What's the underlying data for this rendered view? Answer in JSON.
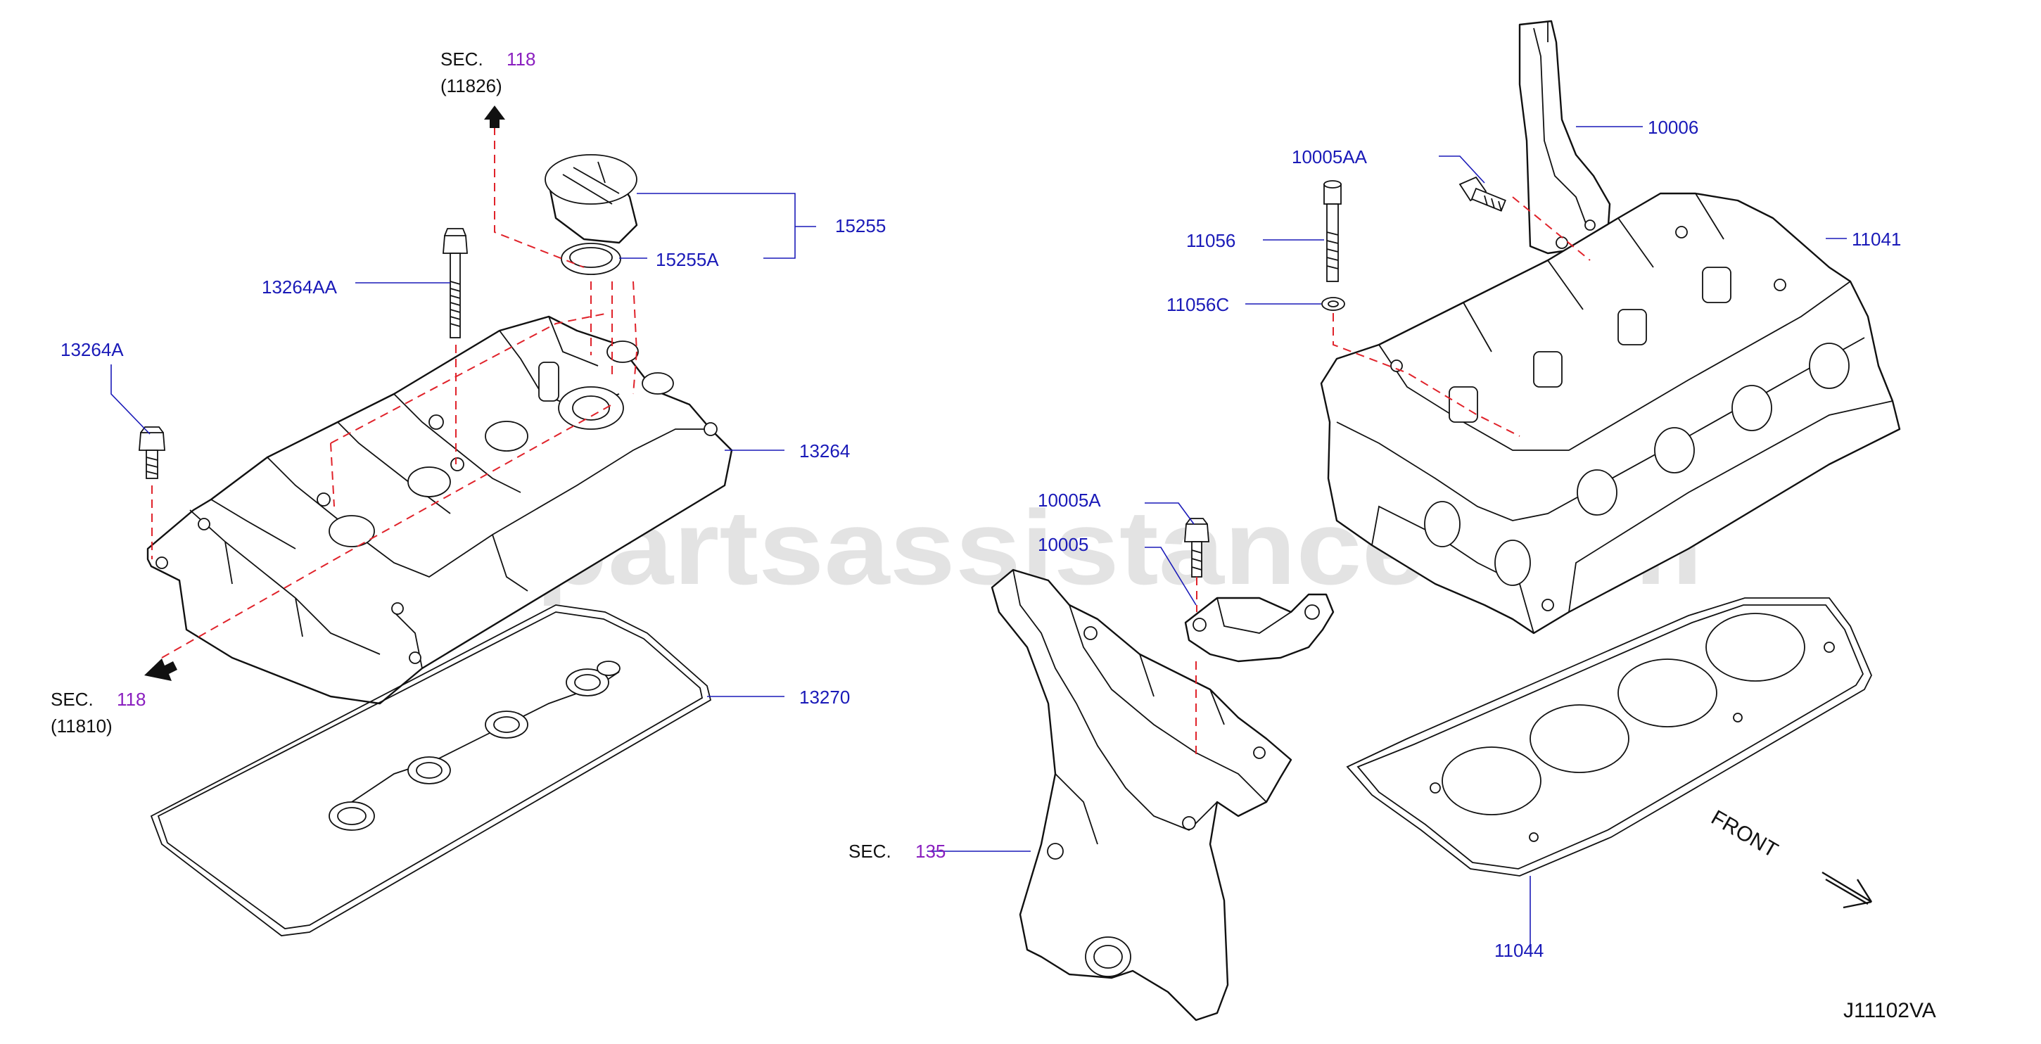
{
  "watermark": "www.partsassistance.com",
  "diagram_code": "J11102VA",
  "front_label": "FRONT",
  "sections": [
    {
      "word": "SEC.",
      "number": "118",
      "sub": "(11826)"
    },
    {
      "word": "SEC.",
      "number": "118",
      "sub": "(11810)"
    },
    {
      "word": "SEC.",
      "number": "135"
    }
  ],
  "parts": {
    "p13264AA": "13264AA",
    "p13264A": "13264A",
    "p15255": "15255",
    "p15255A": "15255A",
    "p13264": "13264",
    "p13270": "13270",
    "p10005AA": "10005AA",
    "p10006": "10006",
    "p11056": "11056",
    "p11056C": "11056C",
    "p11041": "11041",
    "p10005A": "10005A",
    "p10005": "10005",
    "p11044": "11044"
  }
}
